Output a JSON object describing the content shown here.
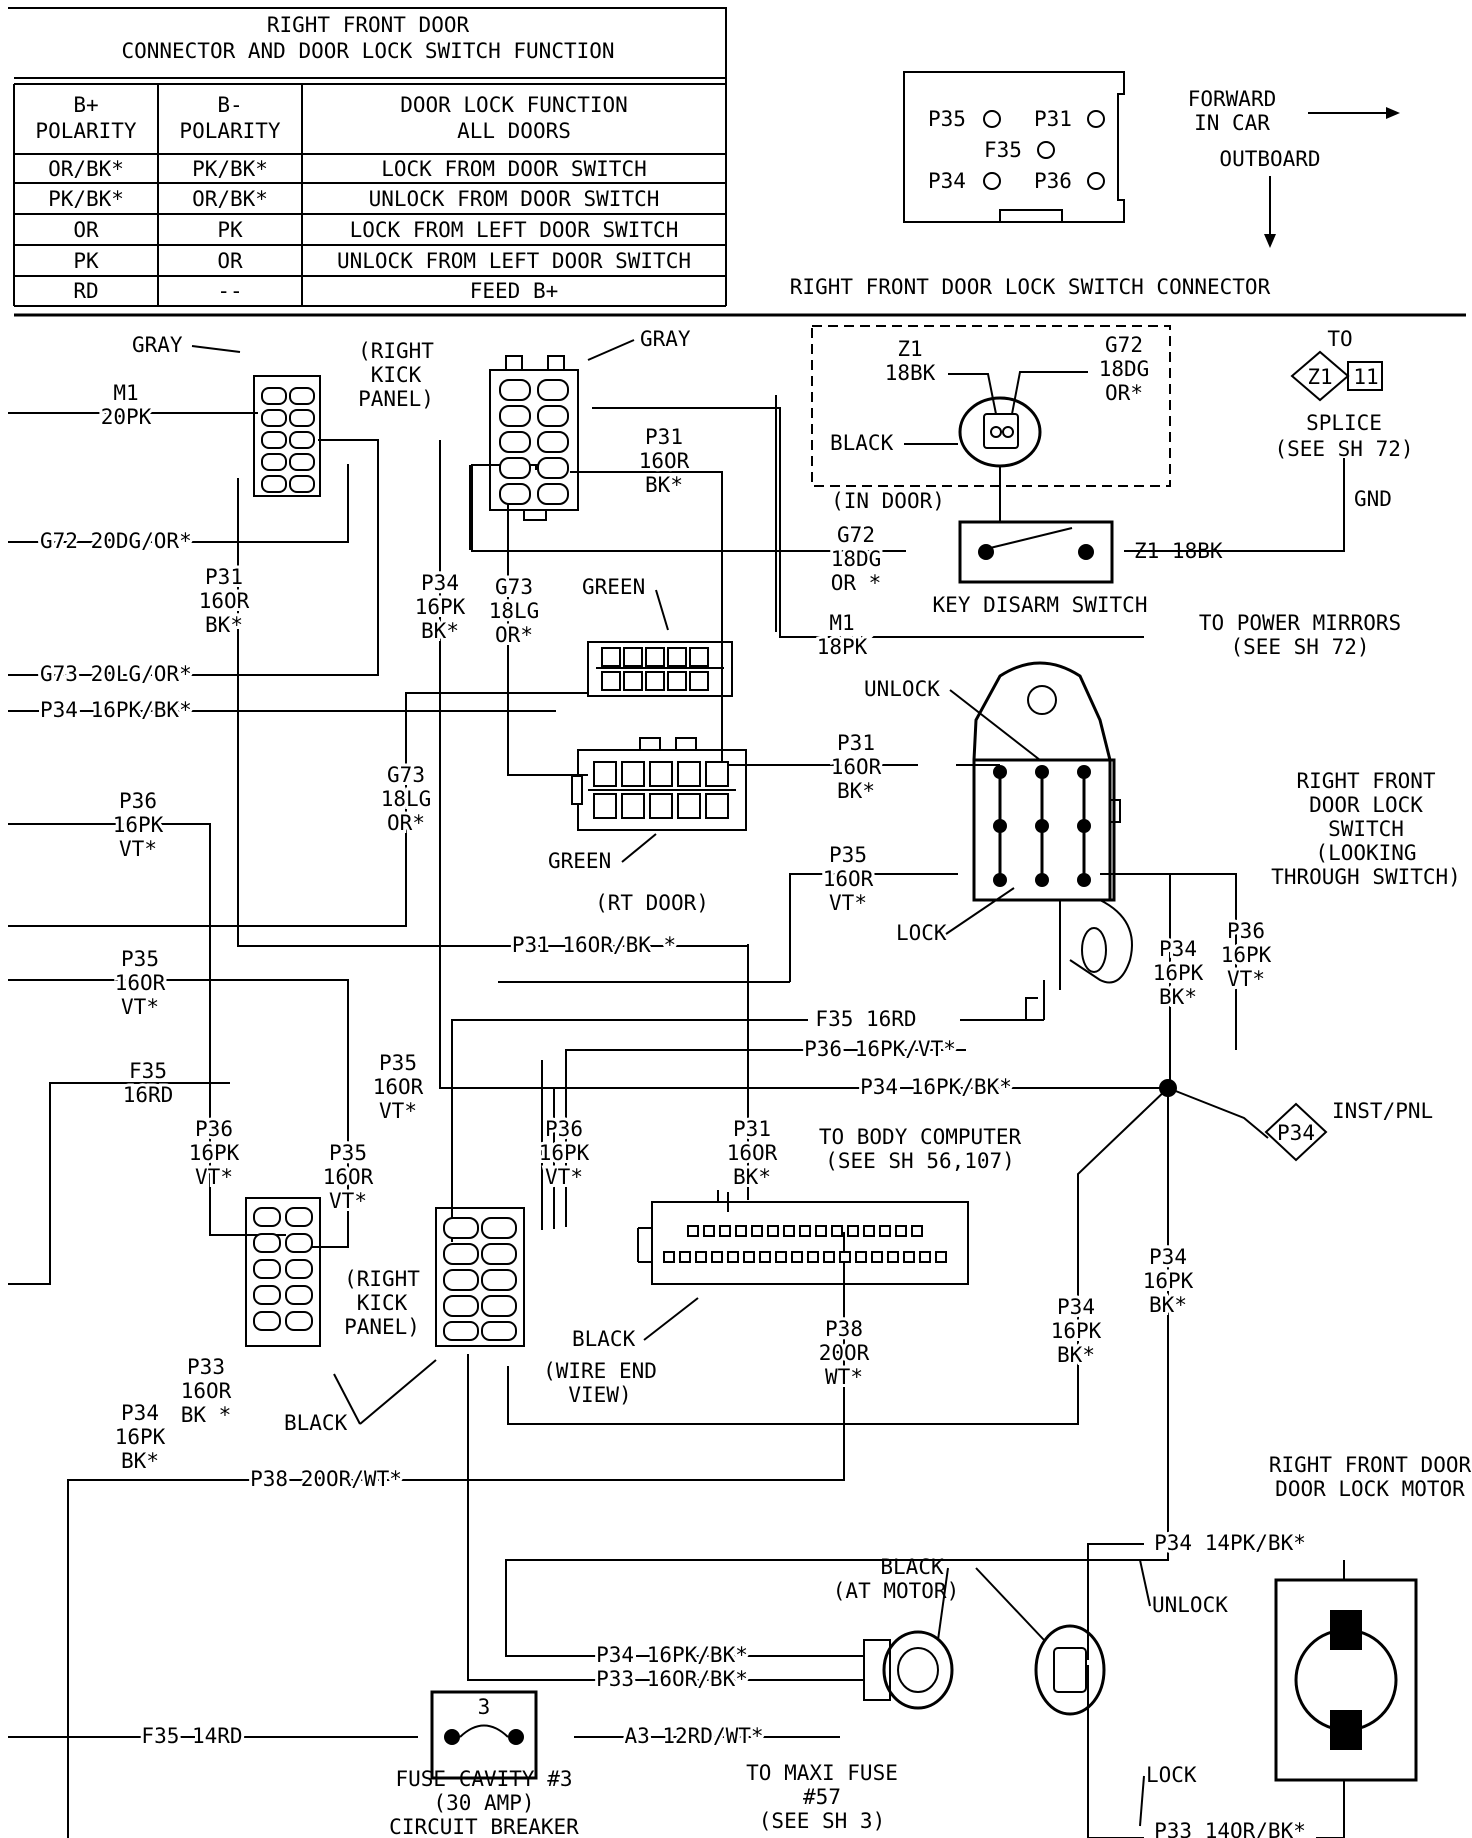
{
  "table": {
    "title_line1": "RIGHT FRONT DOOR",
    "title_line2": "CONNECTOR AND DOOR LOCK SWITCH FUNCTION",
    "headers": [
      [
        "B+",
        "POLARITY"
      ],
      [
        "B-",
        "POLARITY"
      ],
      [
        "DOOR LOCK FUNCTION",
        "ALL DOORS"
      ]
    ],
    "rows": [
      [
        "OR/BK*",
        "PK/BK*",
        "LOCK FROM DOOR SWITCH"
      ],
      [
        "PK/BK*",
        "OR/BK*",
        "UNLOCK FROM DOOR SWITCH"
      ],
      [
        "OR",
        "PK",
        "LOCK FROM LEFT DOOR SWITCH"
      ],
      [
        "PK",
        "OR",
        "UNLOCK FROM LEFT DOOR SWITCH"
      ],
      [
        "RD",
        "--",
        "FEED B+"
      ]
    ]
  },
  "connector_view": {
    "pins": [
      "P35",
      "P31",
      "F35",
      "P34",
      "P36"
    ],
    "orientation_line1": "FORWARD",
    "orientation_line2": "IN CAR",
    "orientation_line3": "OUTBOARD",
    "caption": "RIGHT FRONT DOOR LOCK SWITCH CONNECTOR"
  },
  "labels": {
    "gray": "GRAY",
    "right_kick_panel": [
      "(RIGHT",
      "KICK",
      "PANEL)"
    ],
    "green": "GREEN",
    "rt_door": "(RT DOOR)",
    "black": "BLACK",
    "in_door": "(IN DOOR)",
    "key_disarm_switch": "KEY DISARM SWITCH",
    "to_label": "TO",
    "splice": "SPLICE",
    "see_sh_72": "(SEE SH 72)",
    "gnd": "GND",
    "z1_tag": "Z1",
    "z1_tag_num": "11",
    "to_power_mirrors": "TO POWER MIRRORS",
    "unlock": "UNLOCK",
    "lock": "LOCK",
    "switch_title": [
      "RIGHT FRONT",
      "DOOR LOCK",
      "SWITCH",
      "(LOOKING",
      "THROUGH SWITCH)"
    ],
    "inst_pnl": "INST/PNL",
    "p34_tag": "P34",
    "to_body_computer": "TO BODY COMPUTER",
    "see_sh_56_107": "(SEE SH 56,107)",
    "wire_end_view": [
      "(WIRE END",
      "VIEW)"
    ],
    "motor_title": [
      "RIGHT FRONT DOOR",
      "DOOR LOCK MOTOR"
    ],
    "black_at_motor": [
      "BLACK",
      "(AT MOTOR)"
    ],
    "fuse_num": "3",
    "fuse_caption": [
      "FUSE CAVITY #3",
      "(30 AMP)",
      "CIRCUIT BREAKER"
    ],
    "to_maxi_fuse": [
      "TO MAXI FUSE",
      "#57",
      "(SEE SH 3)"
    ]
  },
  "wires": {
    "m1_20pk": [
      "M1",
      "20PK"
    ],
    "g72_20dg": "G72 20DG/OR*",
    "g73_20lg": "G73 20LG/OR*",
    "p34_16pk_left": "P34 16PK/BK*",
    "p31_a": [
      "P31",
      "16OR",
      "BK*"
    ],
    "p34_a": [
      "P34",
      "16PK",
      "BK*"
    ],
    "g73_a": [
      "G73",
      "18LG",
      "OR*"
    ],
    "p31_b": [
      "P31",
      "16OR",
      "BK*"
    ],
    "z1_18bk_a": [
      "Z1",
      "18BK"
    ],
    "g72_18dg_a": [
      "G72",
      "18DG",
      "OR*"
    ],
    "g72_18dg_b": [
      "G72",
      "18DG",
      "OR *"
    ],
    "z1_18bk_b": "Z1 18BK",
    "m1_18pk": [
      "M1",
      "18PK"
    ],
    "p31_c": [
      "P31",
      "16OR",
      "BK*"
    ],
    "g73_b": [
      "G73",
      "18LG",
      "OR*"
    ],
    "p35_a": [
      "P35",
      "16OR",
      "VT*"
    ],
    "p36_left": [
      "P36",
      "16PK",
      "VT*"
    ],
    "p35_left": [
      "P35",
      "16OR",
      "VT*"
    ],
    "f35_left": [
      "F35",
      "16RD"
    ],
    "p31_16or_bk": "P31 16OR/BK *",
    "f35_16rd": "F35 16RD",
    "p36_16pk_vt": "P36 16PK/VT*",
    "p34_16pk_bk": "P34 16PK/BK*",
    "p34_b": [
      "P34",
      "16PK",
      "BK*"
    ],
    "p36_b": [
      "P36",
      "16PK",
      "VT*"
    ],
    "p35_b": [
      "P35",
      "16OR",
      "VT*"
    ],
    "p36_c": [
      "P36",
      "16PK",
      "VT*"
    ],
    "p35_c": [
      "P35",
      "16OR",
      "VT*"
    ],
    "p36_d": [
      "P36",
      "16PK",
      "VT*"
    ],
    "p31_d": [
      "P31",
      "16OR",
      "BK*"
    ],
    "p33_a": [
      "P33",
      "16OR",
      "BK *"
    ],
    "p34_c": [
      "P34",
      "16PK",
      "BK*"
    ],
    "p38_a": [
      "P38",
      "20OR",
      "WT*"
    ],
    "p34_d": [
      "P34",
      "16PK",
      "BK*"
    ],
    "p34_e": [
      "P34",
      "16PK",
      "BK*"
    ],
    "p38_20or_wt": "P38 20OR/WT*",
    "p34_14pk_bk": "P34 14PK/BK*",
    "p34_16pk_bk_motor": "P34 16PK/BK*",
    "p33_16or_bk_motor": "P33 16OR/BK*",
    "p33_14or_bk": "P33 14OR/BK*",
    "f35_14rd": "F35 14RD",
    "a3_12rd_wt": "A3 12RD/WT*"
  }
}
